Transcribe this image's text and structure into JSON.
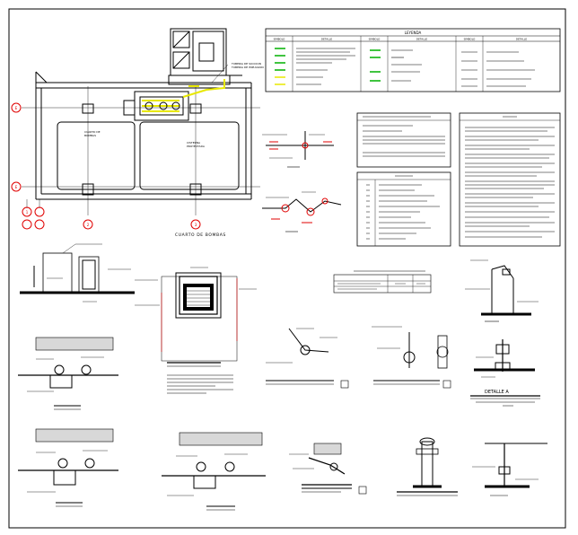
{
  "plan": {
    "room_label": "CUARTO DE BOMBAS",
    "grid_rows": [
      "E",
      "E"
    ],
    "grid_cols": [
      "1",
      "2",
      "3",
      "2",
      "3"
    ]
  },
  "legend": {
    "title": "LEYENDA",
    "headers": [
      "SIMBOLO",
      "DETALLE",
      "SIMBOLO",
      "DETALLE",
      "SIMBOLO",
      "DETALLE"
    ]
  },
  "detail_a": {
    "title": "DETALLE A"
  },
  "colors": {
    "line": "#000000",
    "grid_red": "#e00000",
    "pipe_yellow": "#e8e800",
    "pipe_green": "#00b000"
  }
}
